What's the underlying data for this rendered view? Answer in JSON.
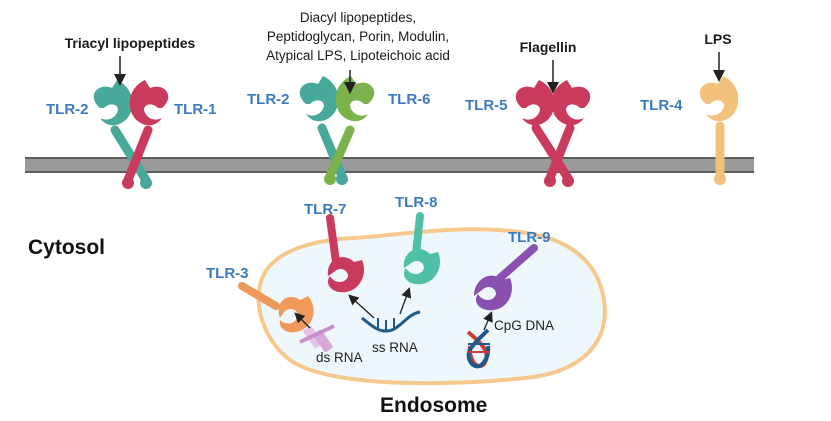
{
  "labels": {
    "cytosol": "Cytosol",
    "endosome": "Endosome",
    "ds_rna": "ds RNA",
    "ss_rna": "ss RNA",
    "cpg_dna": "CpG DNA"
  },
  "receptors": {
    "tlr2_a": "TLR-2",
    "tlr1": "TLR-1",
    "tlr2_b": "TLR-2",
    "tlr6": "TLR-6",
    "tlr5": "TLR-5",
    "tlr4": "TLR-4",
    "tlr3": "TLR-3",
    "tlr7": "TLR-7",
    "tlr8": "TLR-8",
    "tlr9": "TLR-9"
  },
  "ligands": {
    "triacyl": "Triacyl lipopeptides",
    "diacyl_line1": "Diacyl lipopeptides,",
    "diacyl_line2": "Peptidoglycan, Porin, Modulin,",
    "diacyl_line3": "Atypical LPS, Lipoteichoic acid",
    "flagellin": "Flagellin",
    "lps": "LPS"
  },
  "colors": {
    "teal": "#48a899",
    "crimson": "#c93a5c",
    "green": "#7bb24b",
    "peach": "#f2c27c",
    "orange": "#ef9a5a",
    "aqua": "#4fbfa8",
    "purple": "#8a50b0",
    "membrane": "#8c8c8c",
    "endosome_fill": "#eef7fb",
    "endosome_border": "#f5c98e",
    "tlr_text": "#3a7bbf"
  }
}
